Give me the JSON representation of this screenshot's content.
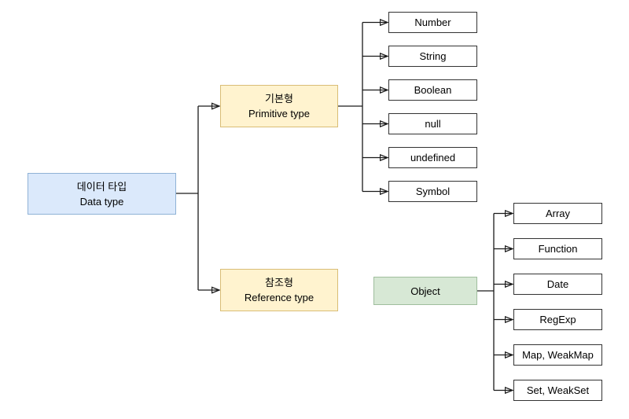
{
  "canvas": {
    "background": "#ffffff",
    "connector_color": "#1a1a1a"
  },
  "root": {
    "label_ko": "데이터 타입",
    "label_en": "Data type",
    "fill": "#dbe9fb",
    "border": "#8fb2d6"
  },
  "primitive": {
    "label_ko": "기본형",
    "label_en": "Primitive type",
    "fill": "#fff3cf",
    "border": "#d9bd76"
  },
  "reference": {
    "label_ko": "참조형",
    "label_en": "Reference type",
    "fill": "#fff3cf",
    "border": "#d9bd76"
  },
  "object_node": {
    "label": "Object",
    "fill": "#d7e8d5",
    "border": "#9fbe9d"
  },
  "primitive_leaves": [
    "Number",
    "String",
    "Boolean",
    "null",
    "undefined",
    "Symbol"
  ],
  "reference_leaves": [
    "Array",
    "Function",
    "Date",
    "RegExp",
    "Map, WeakMap",
    "Set, WeakSet"
  ],
  "leaf_style": {
    "fill": "#ffffff",
    "border": "#333333"
  }
}
